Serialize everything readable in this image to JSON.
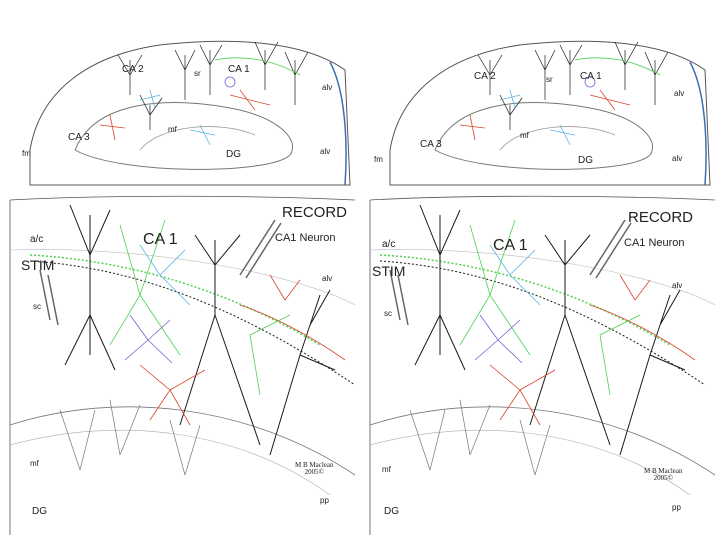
{
  "colors": {
    "black": "#1a1a1a",
    "green": "#4fd04f",
    "cyan": "#5ab4e6",
    "red": "#d9452a",
    "purple": "#7a5fd0",
    "outline": "#555555",
    "blue": "#3b6fb0"
  },
  "overview": {
    "ca2": "CA 2",
    "ca1": "CA 1",
    "ca3": "CA 3",
    "mf": "mf",
    "dg": "DG",
    "fm": "fm",
    "alv": "alv",
    "sr": "sr"
  },
  "detail": {
    "record": "RECORD",
    "record_sub": "CA1 Neuron",
    "ca1": "CA 1",
    "ac": "a/c",
    "stim": "STIM",
    "sc": "sc",
    "alv": "alv",
    "mf": "mf",
    "dg": "DG",
    "pp": "pp",
    "signature": "M B Maclean",
    "signature_year": "2005©"
  }
}
